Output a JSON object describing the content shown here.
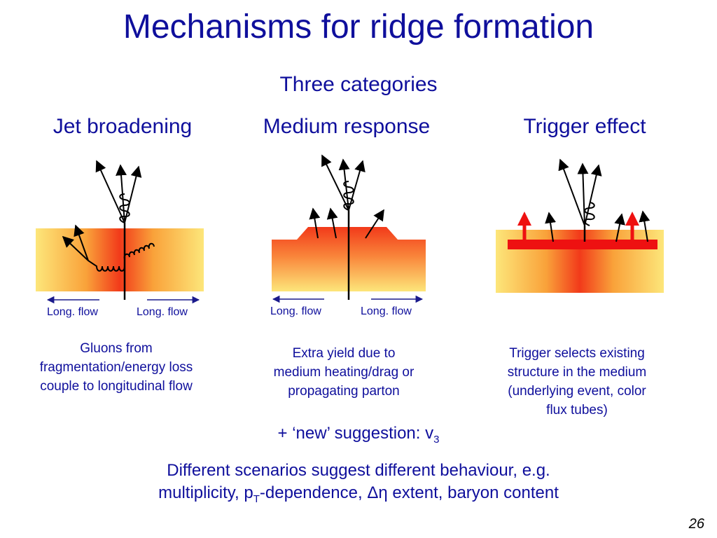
{
  "title": "Mechanisms for ridge formation",
  "subtitle": "Three categories",
  "categories": [
    {
      "heading": "Jet broadening",
      "flow_left": "Long. flow",
      "flow_right": "Long. flow",
      "description": [
        "Gluons from",
        "fragmentation/energy loss",
        "couple to longitudinal flow"
      ]
    },
    {
      "heading": "Medium response",
      "flow_left": "Long. flow",
      "flow_right": "Long. flow",
      "description": [
        "Extra yield due to",
        "medium heating/drag or",
        "propagating parton"
      ]
    },
    {
      "heading": "Trigger effect",
      "description": [
        "Trigger selects existing",
        "structure in the medium",
        "(underlying event, color",
        "flux tubes)"
      ]
    }
  ],
  "note": {
    "prefix": "+ ‘new’ suggestion: v",
    "subscript": "3"
  },
  "conclusion": {
    "line1": "Different scenarios suggest different behaviour, e.g.",
    "line2_a": "multiplicity, p",
    "line2_sub": "T",
    "line2_b": "-dependence, Δη extent, baryon content"
  },
  "page_number": "26",
  "colors": {
    "text": "#0f0f9c",
    "medium_core": "#f23a1a",
    "medium_edge": "#fde67a",
    "trigger_bar": "#ee1111"
  }
}
